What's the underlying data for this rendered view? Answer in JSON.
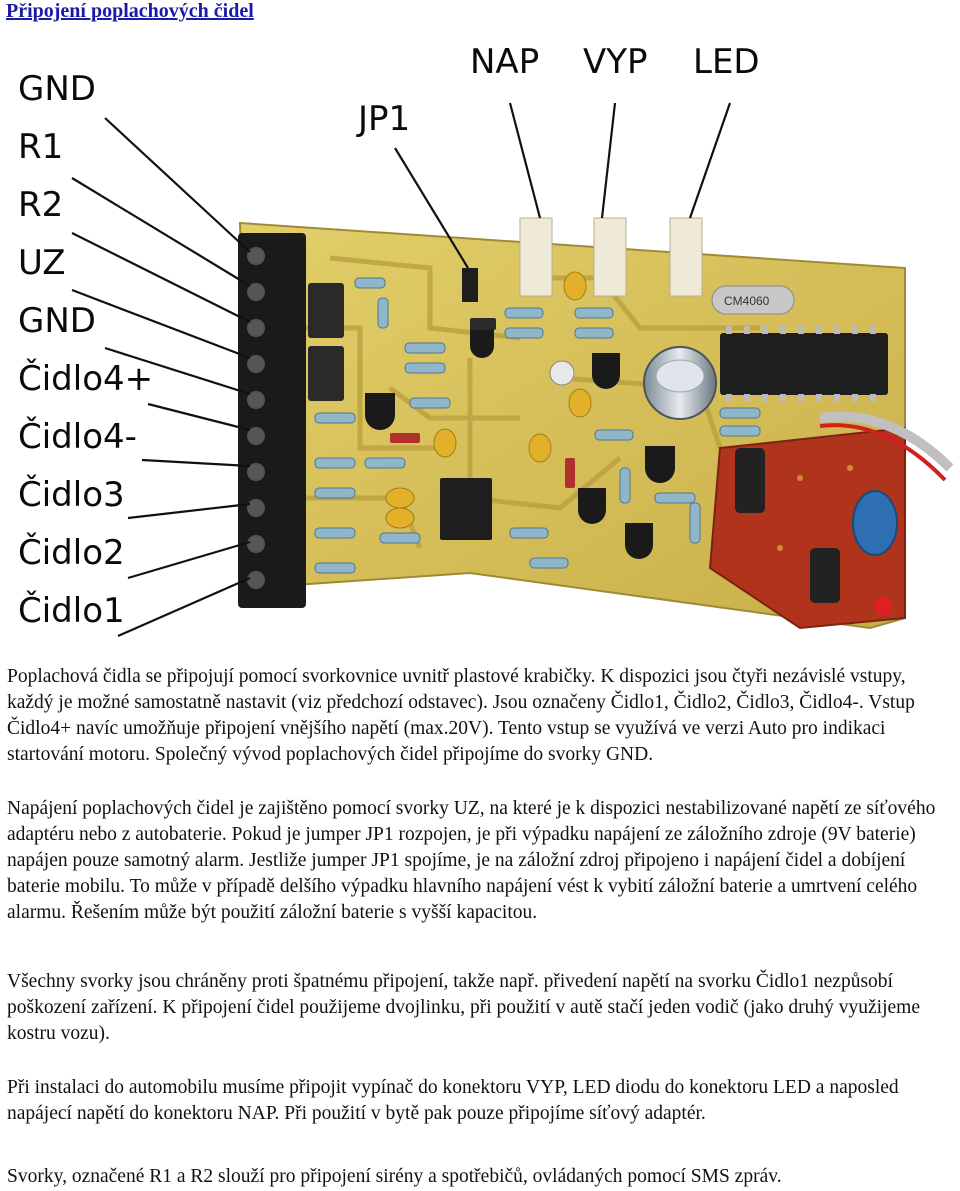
{
  "page": {
    "title": "Připojení poplachových čidel"
  },
  "figure": {
    "terminal_labels": [
      "GND",
      "R1",
      "R2",
      "UZ",
      "GND",
      "Čidlo4+",
      "Čidlo4-",
      "Čidlo3",
      "Čidlo2",
      "Čidlo1"
    ],
    "top_labels": [
      "JP1",
      "NAP",
      "VYP",
      "LED"
    ],
    "ic_marking": "CM4060"
  },
  "paragraphs": [
    "Poplachová čidla se připojují pomocí svorkovnice uvnitř plastové krabičky. K dispozici jsou čtyři nezávislé vstupy, každý je možné samostatně nastavit (viz předchozí odstavec). Jsou označeny Čidlo1, Čidlo2, Čidlo3, Čidlo4-. Vstup Čidlo4+ navíc umožňuje připojení vnějšího napětí (max.20V). Tento vstup se využívá ve verzi Auto pro indikaci startování motoru. Společný vývod poplachových čidel připojíme do svorky GND.",
    "Napájení poplachových čidel je zajištěno pomocí svorky UZ, na které je k dispozici nestabilizované napětí ze síťového adaptéru nebo z autobaterie. Pokud je jumper JP1 rozpojen, je při výpadku napájení ze záložního zdroje (9V baterie) napájen pouze samotný alarm. Jestliže jumper JP1 spojíme, je na záložní zdroj připojeno i napájení čidel a dobíjení baterie mobilu. To může v případě delšího výpadku hlavního napájení vést k vybití záložní baterie a umrtvení celého alarmu. Řešením může být použití záložní baterie s vyšší kapacitou.",
    " Všechny  svorky jsou chráněny proti špatnému připojení, takže např.  přivedení  napětí na svorku Čidlo1 nezpůsobí poškození  zařízení. K připojení čidel  použijeme dvojlinku, při použití  v autě stačí jeden vodič (jako druhý využijeme  kostru vozu).",
    "Při  instalaci do automobilu musíme připojit vypínač do konektoru  VYP, LED  diodu do konektoru LED a naposled napájecí napětí  do konektoru NAP. Při použití  v bytě pak pouze připojíme  síťový adaptér.",
    "Svorky, označené R1 a R2 slouží  pro připojení sirény a spotřebičů, ovládaných  pomocí  SMS zpráv."
  ],
  "colors": {
    "title": "#1a1aa8",
    "pcb": "#d6c25e",
    "pcb_dark": "#b89d3c",
    "terminal_block": "#1b1b1b",
    "red_board": "#b0331c",
    "ic": "#1e1e1e"
  }
}
